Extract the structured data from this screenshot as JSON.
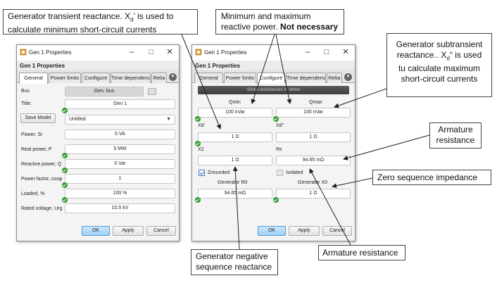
{
  "win1": {
    "title": "Gen 1 Properties",
    "header": "Gen 1 Properties",
    "tabs": [
      "General",
      "Power limits",
      "Configure",
      "Time dependency",
      "Relia"
    ],
    "bus_label": "Bus",
    "bus_value": "Gen. bus",
    "title_label": "Title:",
    "title_value": "Gen 1",
    "save_model": "Save Model",
    "model_value": "Untitled",
    "rows": [
      {
        "label": "Power, Sr",
        "value": "0 VA"
      },
      {
        "label": "Real power, P",
        "value": "5 MW"
      },
      {
        "label": "Reactive power, Q",
        "value": "0 Var"
      },
      {
        "label": "Power factor, cosφ",
        "value": "1"
      },
      {
        "label": "Loaded, %",
        "value": "100 %"
      },
      {
        "label": "Rated voltage, Urg",
        "value": "10.5 kV"
      }
    ],
    "ok": "OK",
    "apply": "Apply",
    "cancel": "Cancel"
  },
  "win2": {
    "title": "Gen 1 Properties",
    "header": "Gen 1 Properties",
    "tabs": [
      "General",
      "Power limits",
      "Configure",
      "Time dependency",
      "Relia"
    ],
    "show_resistances": "Show resistances in ohms",
    "qmin_label": "Qmin",
    "qmax_label": "Qmax",
    "qmin_value": "100 nVar",
    "qmax_value": "100 nVar",
    "xd1_label": "Xd'",
    "xd2_label": "Xd''",
    "xd1_value": "1 Ω",
    "xd2_value": "1 Ω",
    "x2_label": "X2",
    "rs_label": "Rs",
    "x2_value": "1 Ω",
    "rs_value": "94.65 mΩ",
    "grounded": "Grounded",
    "isolated": "Isolated",
    "r0_label": "Generator R0",
    "x0_label": "Generator X0",
    "r0_value": "94.65 mΩ",
    "x0_value": "1 Ω",
    "ok": "OK",
    "apply": "Apply",
    "cancel": "Cancel"
  },
  "callouts": {
    "transient_line1": "Generator transient reactance. X",
    "transient_sub": "d",
    "transient_line1_end": "’ is used to",
    "transient_line2": "calculate minimum short-circuit currents",
    "minmax_line1": "Minimum and maximum",
    "minmax_line2": "reactive power. ",
    "minmax_bold": "Not necessary",
    "subtrans_line1": "Generator subtransient",
    "subtrans_line2a": "reactance.. X",
    "subtrans_sub": "d",
    "subtrans_line2b": "“ is used",
    "subtrans_line3": "tu calculate maximum",
    "subtrans_line4": "short-circuit currents",
    "armature1_line1": "Armature",
    "armature1_line2": "resistance",
    "zero_seq": "Zero sequence impedance",
    "armature2": "Armature resistance",
    "negseq_line1": "Generator negative",
    "negseq_line2": "sequence reactance"
  },
  "colors": {
    "accent": "#5b9bd5",
    "ok_green": "#2e9a2e"
  }
}
